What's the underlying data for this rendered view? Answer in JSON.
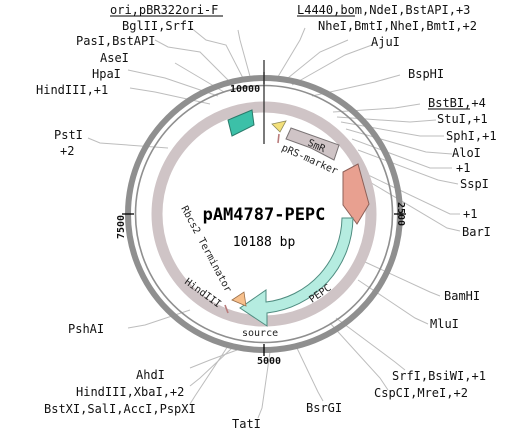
{
  "plasmid": {
    "name": "pAM4787-PEPC",
    "size_label": "10188 bp"
  },
  "ticks": {
    "t10000": "10000",
    "t2500": "2500",
    "t5000": "5000",
    "t7500": "7500"
  },
  "features": {
    "smr": "SmR",
    "prs_marker": "pRS-marker",
    "pepc": "PEPC",
    "source": "source",
    "rbcs2_terminator": "Rbcs2 Terminator",
    "hindiii_site": "HindIII"
  },
  "sites": {
    "ori_pbr322": "ori,pBR322ori-F",
    "bglii_srfi": "BglII,SrfI",
    "pasi_bstapi": "PasI,BstAPI",
    "asei": "AseI",
    "hpai": "HpaI",
    "hindiii_plus1": "HindIII,+1",
    "psti": "PstI",
    "plus2_left": "+2",
    "l4440_ndei": "L4440,bom,NdeI,BstAPI,+3",
    "nhei_bmti": "NheI,BmtI,NheI,BmtI,+2",
    "ajui": "AjuI",
    "bsphi": "BspHI",
    "bstbi": "BstBI,+4",
    "stui": "StuI,+1",
    "sphi": "SphI,+1",
    "aloi": "AloI",
    "plus1_a": "+1",
    "sspi": "SspI",
    "plus1_b": "+1",
    "bari": "BarI",
    "bamhi": "BamHI",
    "mlui": "MluI",
    "srfi_bsiwi": "SrfI,BsiWI,+1",
    "cspci_mrei": "CspCI,MreI,+2",
    "bsrgi": "BsrGI",
    "tati": "TatI",
    "ahdi": "AhdI",
    "hindiii_xbai": "HindIII,XbaI,+2",
    "bstxi_sali": "BstXI,SalI,AccI,PspXI",
    "pshai": "PshAI"
  },
  "colors": {
    "backbone": "#8f8f8f",
    "feature_ring": "#cfc4c6",
    "pepc": "#b5ece0",
    "teal_feature": "#3cc0a8",
    "salmon_feature": "#e8a090",
    "peach_marker": "#f7c08c",
    "yellow_marker": "#f3e07a",
    "leader": "#bdbdbd"
  }
}
